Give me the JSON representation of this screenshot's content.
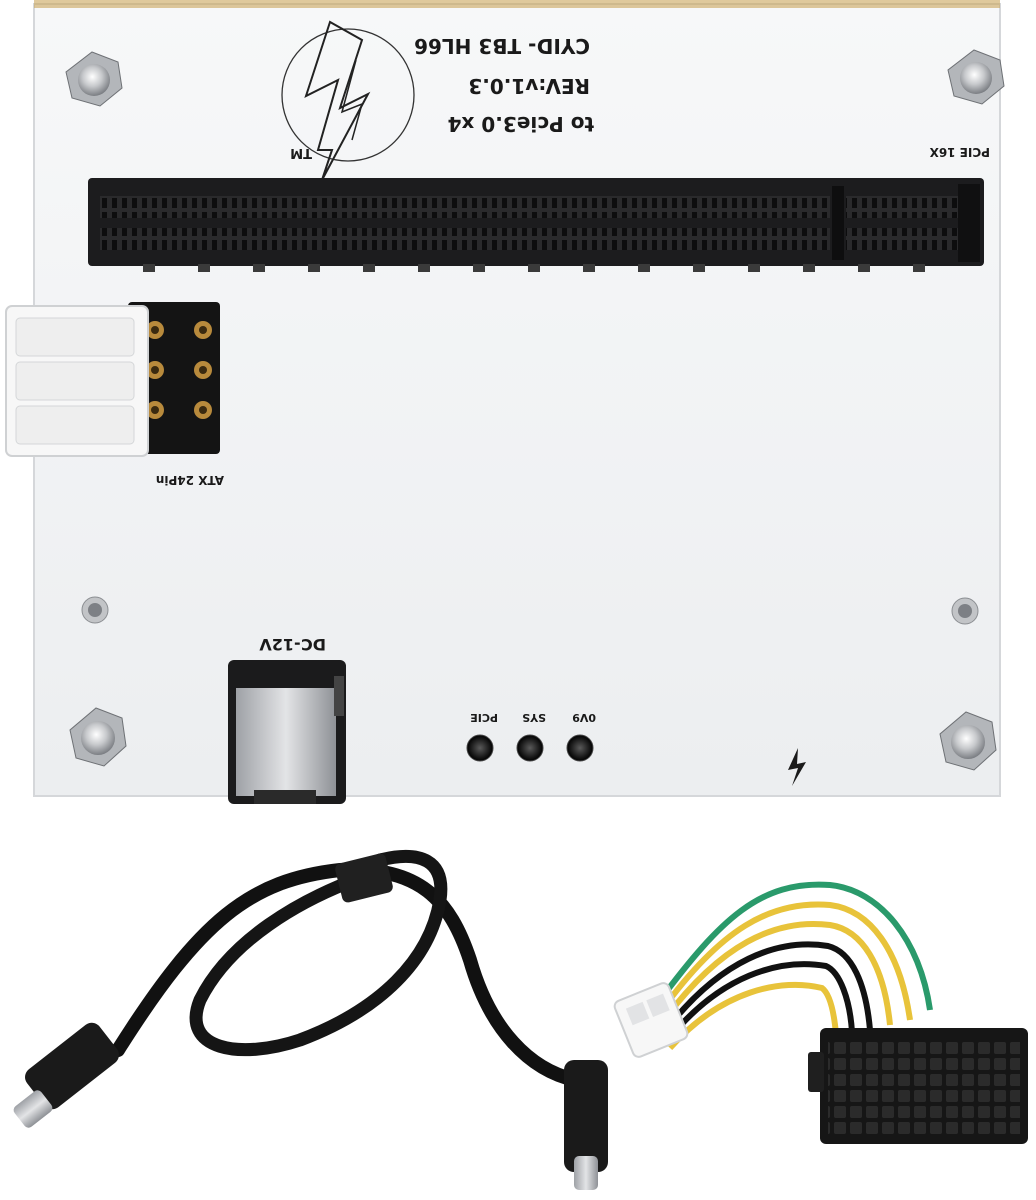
{
  "board": {
    "model": "CYID- TB3 HL66",
    "revision": "REV:v1.0.3",
    "interface": "to Pcie3.0 x4",
    "trademark": "TM",
    "slot_label": "PCIE 16X",
    "atx_label": "ATX 24Pin",
    "dc_label": "DC-12V",
    "leds": [
      "PCIE",
      "SYS",
      "0V9"
    ]
  },
  "colors": {
    "pcb": "#f4f5f6",
    "pcb_edge": "#d9dadc",
    "slot": "#1c1c1e",
    "connector_white": "#f7f7f7",
    "cable_black": "#111111",
    "wire_yellow": "#e8c33a",
    "wire_green": "#2a9a6b",
    "gold": "#b88a3c",
    "steel": "#c9cbce"
  },
  "icons": {
    "logo": "lightning-bolt-circle-icon",
    "thunderbolt": "thunderbolt-icon"
  }
}
